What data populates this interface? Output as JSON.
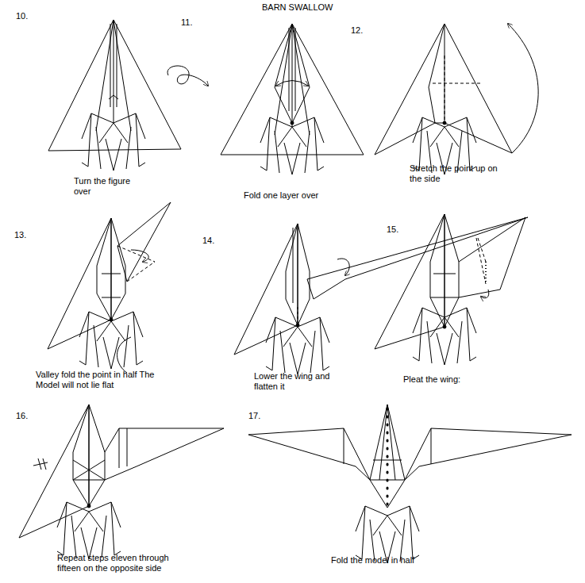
{
  "diagram": {
    "title": "BARN SWALLOW",
    "labels": [
      "10.",
      "11.",
      "12.",
      "Turn the figure over",
      "Fold one layer over",
      "Stretch the point up on the side",
      "13.",
      "14.",
      "15.",
      "Valley fold the point in half The Model will not lie flat",
      "Lower the wing and flatten it",
      "Pleat the wing:",
      "16.",
      "17.",
      "Repeat steps eleven through fifteen on the opposite side",
      "Fold the model in half"
    ]
  }
}
